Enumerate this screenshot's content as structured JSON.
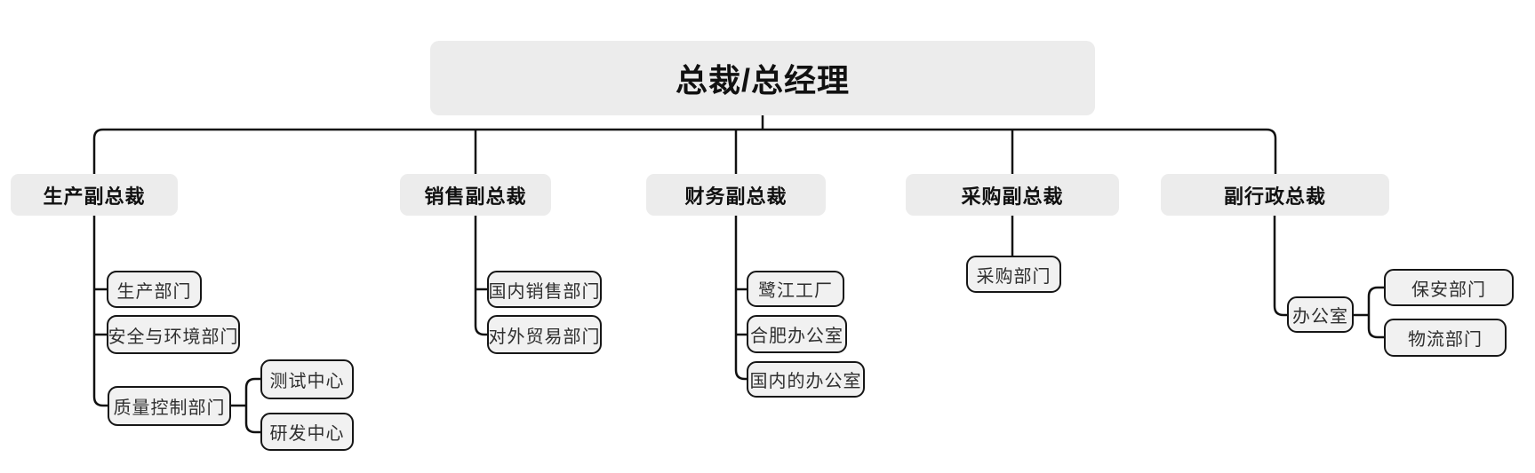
{
  "org": {
    "root": {
      "label": "总裁/总经理"
    },
    "branches": [
      {
        "label": "生产副总裁",
        "children": [
          {
            "label": "生产部门"
          },
          {
            "label": "安全与环境部门"
          },
          {
            "label": "质量控制部门",
            "children": [
              {
                "label": "测试中心"
              },
              {
                "label": "研发中心"
              }
            ]
          }
        ]
      },
      {
        "label": "销售副总裁",
        "children": [
          {
            "label": "国内销售部门"
          },
          {
            "label": "对外贸易部门"
          }
        ]
      },
      {
        "label": "财务副总裁",
        "children": [
          {
            "label": "鹭江工厂"
          },
          {
            "label": "合肥办公室"
          },
          {
            "label": "国内的办公室"
          }
        ]
      },
      {
        "label": "采购副总裁",
        "children": [
          {
            "label": "采购部门"
          }
        ]
      },
      {
        "label": "副行政总裁",
        "children": [
          {
            "label": "办公室",
            "children": [
              {
                "label": "保安部门"
              },
              {
                "label": "物流部门"
              }
            ]
          }
        ]
      }
    ]
  },
  "colors": {
    "background": "#ffffff",
    "branch_fill": "#ececec",
    "leaf_fill": "#f1f1f1",
    "leaf_border": "#161616",
    "connector": "#111111",
    "text_primary": "#111111",
    "text_leaf": "#2f2f2f"
  }
}
